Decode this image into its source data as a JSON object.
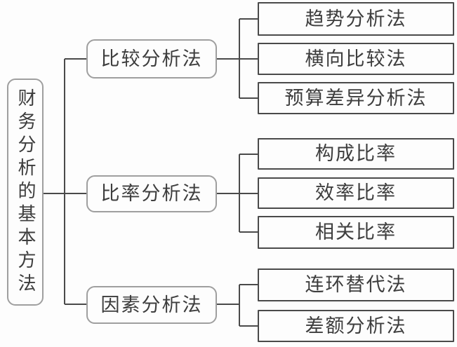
{
  "diagram": {
    "title": "财务分析的基本方法 tree diagram",
    "root": {
      "label": "财务分析的基本方法"
    },
    "groups": [
      {
        "parent": {
          "label": "比较分析法"
        },
        "children": [
          {
            "label": "趋势分析法"
          },
          {
            "label": "横向比较法"
          },
          {
            "label": "预算差异分析法"
          }
        ]
      },
      {
        "parent": {
          "label": "比率分析法"
        },
        "children": [
          {
            "label": "构成比率"
          },
          {
            "label": "效率比率"
          },
          {
            "label": "相关比率"
          }
        ]
      },
      {
        "parent": {
          "label": "因素分析法"
        },
        "children": [
          {
            "label": "连环替代法"
          },
          {
            "label": "差额分析法"
          }
        ]
      }
    ],
    "colors": {
      "background": "#fdfdfd",
      "rounded_node_border": "#9f9f9f",
      "rect_node_border": "#4a4a4a",
      "connector_line": "#4a4a4a",
      "text": "#3d3d3d"
    }
  }
}
